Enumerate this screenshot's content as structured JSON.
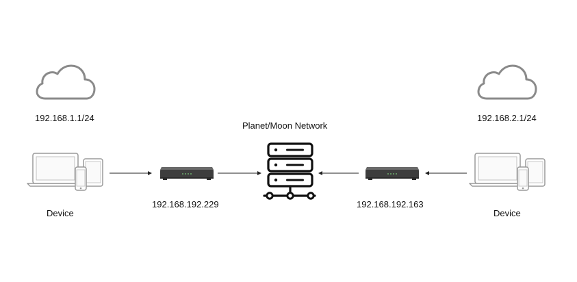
{
  "center": {
    "title": "Planet/Moon Network",
    "icon": "server-network-icon"
  },
  "left": {
    "subnet": "192.168.1.1/24",
    "device_label": "Device",
    "router_ip": "192.168.192.229",
    "cloud_icon": "cloud-icon",
    "device_icon": "laptop-phone-tablet-icon",
    "router_icon": "router-icon"
  },
  "right": {
    "subnet": "192.168.2.1/24",
    "device_label": "Device",
    "router_ip": "192.168.192.163",
    "cloud_icon": "cloud-icon",
    "device_icon": "laptop-phone-tablet-icon",
    "router_icon": "router-icon"
  },
  "colors": {
    "outline": "#8a8a8a",
    "router_body": "#3d3d3d",
    "server_stroke": "#111111",
    "arrow": "#222222"
  }
}
